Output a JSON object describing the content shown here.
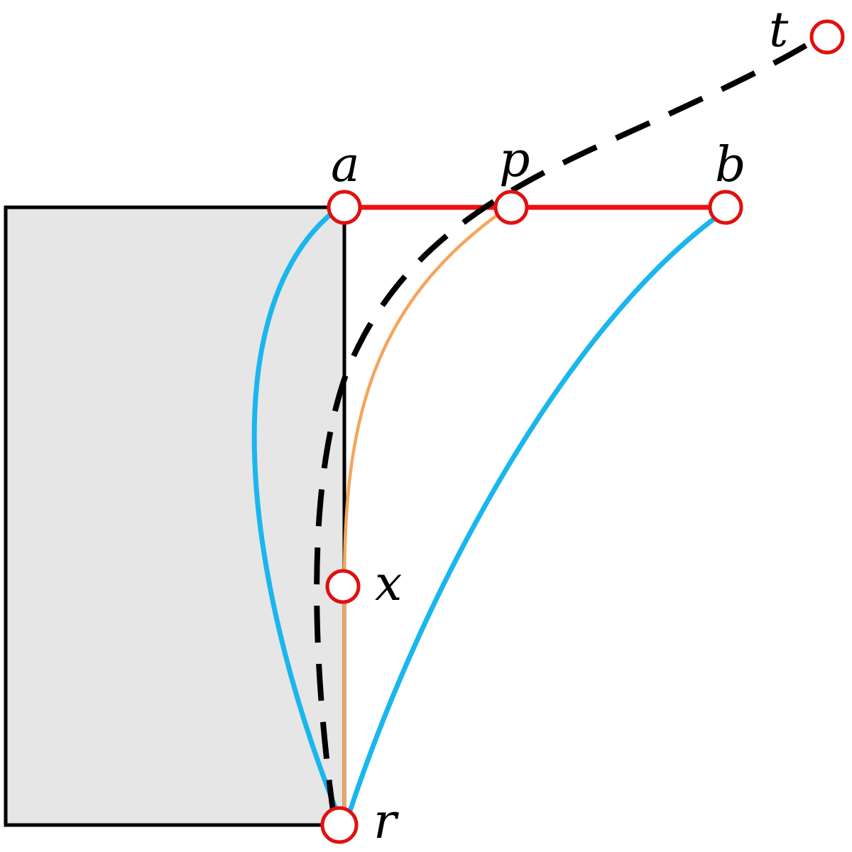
{
  "colors": {
    "obstacle_fill": "#e6e6e6",
    "obstacle_stroke": "#000000",
    "segment": "#ee1111",
    "blue_curve": "#1ab6ee",
    "orange_curve": "#f5a55a",
    "dashed": "#000000",
    "node_stroke": "#e01010",
    "node_fill": "#ffffff"
  },
  "labels": {
    "a": "a",
    "p": "p",
    "b": "b",
    "t": "t",
    "x": "x",
    "r": "r"
  }
}
